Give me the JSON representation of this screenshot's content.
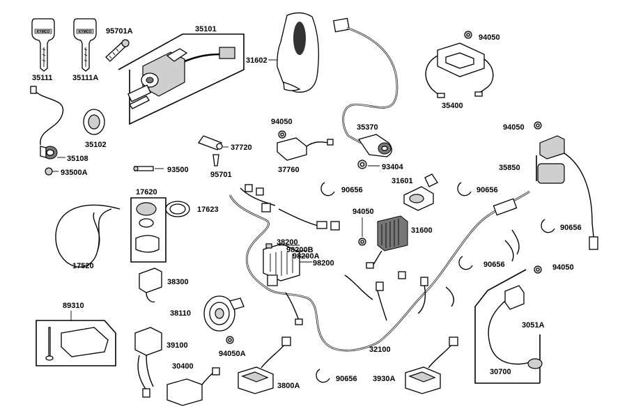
{
  "labels": {
    "p35111": "35111",
    "p35111a": "35111A",
    "p95701a": "95701A",
    "p35101": "35101",
    "p31602": "31602",
    "p94050_top": "94050",
    "p35400": "35400",
    "p35102": "35102",
    "p35108": "35108",
    "p93500a": "93500A",
    "p37720": "37720",
    "p95701": "95701",
    "p94050_a": "94050",
    "p37760": "37760",
    "p35370": "35370",
    "p93404": "93404",
    "p94050_b": "94050",
    "p35850": "35850",
    "p93500": "93500",
    "p17620": "17620",
    "p17623": "17623",
    "p90656_a": "90656",
    "p31601": "31601",
    "p90656_b": "90656",
    "p94050_c": "94050",
    "p31600": "31600",
    "p90656_c": "90656",
    "p38200": "38200",
    "p98200b": "98200B",
    "p98200a": "98200A",
    "p98200": "98200",
    "p90656_d": "90656",
    "p17520": "17520",
    "p38300": "38300",
    "p94050_d": "94050",
    "p89310": "89310",
    "p38110": "38110",
    "p3051a": "3051A",
    "p39100": "39100",
    "p94050a": "94050A",
    "p32100": "32100",
    "p30400": "30400",
    "p30700": "30700",
    "p3800a": "3800A",
    "p90656_e": "90656",
    "p3930a": "3930A"
  },
  "key_brand": "KYMCO"
}
